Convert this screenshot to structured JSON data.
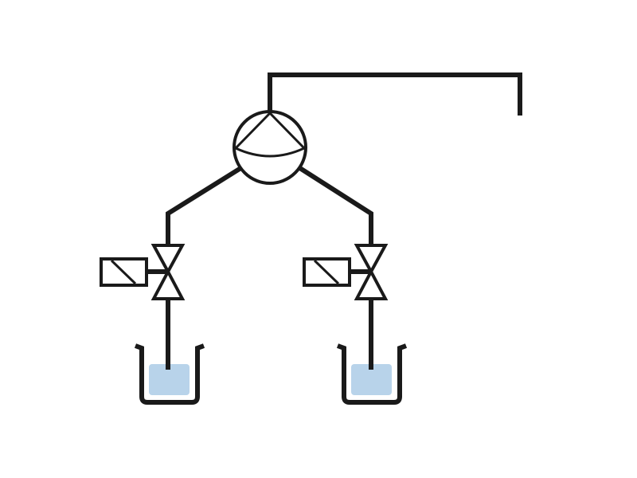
{
  "diagram": {
    "type": "fluid-schematic",
    "components": [
      {
        "kind": "pump",
        "icon": "pump-symbol-icon"
      },
      {
        "kind": "solenoid-valve",
        "icon": "solenoid-valve-icon",
        "position": "left"
      },
      {
        "kind": "solenoid-valve",
        "icon": "solenoid-valve-icon",
        "position": "right"
      },
      {
        "kind": "beaker",
        "icon": "beaker-icon",
        "position": "left",
        "fill_level": 0.55
      },
      {
        "kind": "beaker",
        "icon": "beaker-icon",
        "position": "right",
        "fill_level": 0.55
      }
    ],
    "colors": {
      "line": "#1a1a1a",
      "liquid": "#b8d3ea",
      "background": "#ffffff"
    }
  }
}
